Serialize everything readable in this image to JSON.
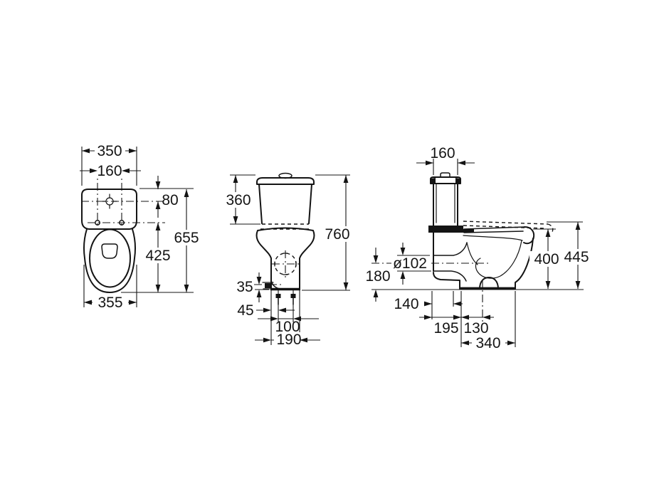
{
  "drawing": {
    "type": "toilet-technical-dimension-drawing",
    "line_color": "#141414",
    "background": "#ffffff",
    "views": {
      "top_view": {
        "dims": {
          "width_overall": "350",
          "hinge_hole_spacing": "160",
          "tank_hole_offset": "80",
          "length_overall": "655",
          "bowl_length": "425",
          "width_front": "355"
        }
      },
      "front_view": {
        "dims": {
          "tank_height": "360",
          "total_height": "760",
          "inlet_height": "35",
          "bolt_offset": "45",
          "bolt_spacing": "100",
          "base_width": "190"
        }
      },
      "side_view": {
        "dims": {
          "tank_depth": "160",
          "outlet_diameter": "ø102",
          "outlet_height": "180",
          "rim_height": "400",
          "seat_height": "445",
          "inlet_from_back": "140",
          "base_setback": "195",
          "outlet_from_base": "130",
          "base_length": "340"
        }
      }
    }
  }
}
